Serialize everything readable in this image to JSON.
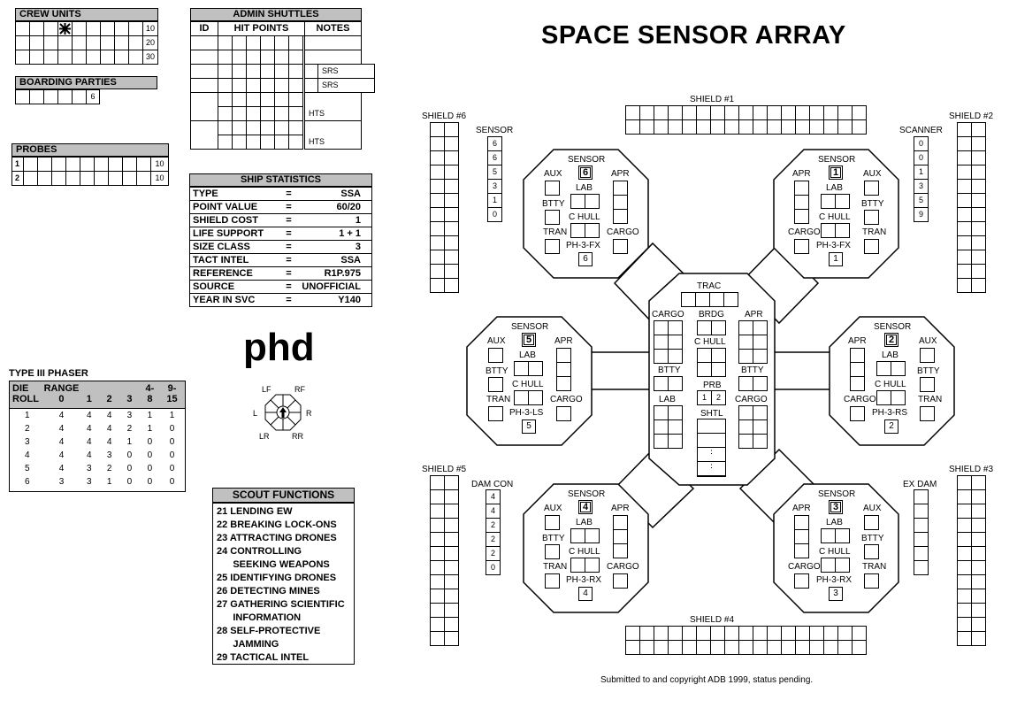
{
  "title": "SPACE SENSOR ARRAY",
  "copyright": "Submitted to and copyright ADB 1999, status pending.",
  "crew_units": {
    "label": "CREW UNITS",
    "row_totals": [
      "10",
      "20",
      "30"
    ]
  },
  "boarding_parties": {
    "label": "BOARDING PARTIES",
    "count": "6"
  },
  "probes": {
    "label": "PROBES",
    "rows": [
      {
        "id": "1",
        "total": "10"
      },
      {
        "id": "2",
        "total": "10"
      }
    ]
  },
  "admin_shuttles": {
    "label": "ADMIN SHUTTLES",
    "columns": [
      "ID",
      "HIT POINTS",
      "NOTES"
    ],
    "notes": [
      "SRS",
      "SRS",
      "HTS",
      "HTS"
    ]
  },
  "ship_statistics": {
    "label": "SHIP STATISTICS",
    "rows": [
      {
        "key": "TYPE",
        "value": "SSA"
      },
      {
        "key": "POINT VALUE",
        "value": "60/20"
      },
      {
        "key": "SHIELD COST",
        "value": "1"
      },
      {
        "key": "LIFE SUPPORT",
        "value": "1 + 1"
      },
      {
        "key": "SIZE CLASS",
        "value": "3"
      },
      {
        "key": "TACT INTEL",
        "value": "SSA"
      },
      {
        "key": "REFERENCE",
        "value": "R1P.975"
      },
      {
        "key": "SOURCE",
        "value": "UNOFFICIAL"
      },
      {
        "key": "YEAR IN SVC",
        "value": "Y140"
      }
    ],
    "separator": "="
  },
  "phd": "phd",
  "arc_labels": {
    "lf": "LF",
    "rf": "RF",
    "l": "L",
    "r": "R",
    "lr": "LR",
    "rr": "RR"
  },
  "phaser": {
    "label": "TYPE III PHASER",
    "header_top": [
      "DIE",
      "RANGE",
      "",
      "",
      "",
      "4-",
      "9-"
    ],
    "header_bottom": [
      "ROLL",
      "0",
      "1",
      "2",
      "3",
      "8",
      "15"
    ],
    "rows": [
      [
        "1",
        "4",
        "4",
        "4",
        "3",
        "1",
        "1"
      ],
      [
        "2",
        "4",
        "4",
        "4",
        "2",
        "1",
        "0"
      ],
      [
        "3",
        "4",
        "4",
        "4",
        "1",
        "0",
        "0"
      ],
      [
        "4",
        "4",
        "4",
        "3",
        "0",
        "0",
        "0"
      ],
      [
        "5",
        "4",
        "3",
        "2",
        "0",
        "0",
        "0"
      ],
      [
        "6",
        "3",
        "3",
        "1",
        "0",
        "0",
        "0"
      ]
    ]
  },
  "scout_functions": {
    "label": "SCOUT FUNCTIONS",
    "items": [
      "21 LENDING EW",
      "22 BREAKING LOCK-ONS",
      "23 ATTRACTING DRONES",
      "24 CONTROLLING",
      "      SEEKING WEAPONS",
      "25 IDENTIFYING DRONES",
      "26 DETECTING MINES",
      "27 GATHERING SCIENTIFIC",
      "      INFORMATION",
      "28 SELF-PROTECTIVE",
      "      JAMMING",
      "29 TACTICAL INTEL"
    ]
  },
  "shields": {
    "s1": "SHIELD #1",
    "s2": "SHIELD #2",
    "s3": "SHIELD #3",
    "s4": "SHIELD #4",
    "s5": "SHIELD #5",
    "s6": "SHIELD #6"
  },
  "tracks": {
    "sensor": {
      "label": "SENSOR",
      "values": [
        "6",
        "6",
        "5",
        "3",
        "1",
        "0"
      ]
    },
    "scanner": {
      "label": "SCANNER",
      "values": [
        "0",
        "0",
        "1",
        "3",
        "5",
        "9"
      ]
    },
    "damcon": {
      "label": "DAM CON",
      "values": [
        "4",
        "4",
        "2",
        "2",
        "2",
        "0"
      ]
    },
    "exdam": {
      "label": "EX DAM"
    }
  },
  "pods": {
    "p1": {
      "sensor": "SENSOR",
      "num": "1",
      "side": "APR",
      "aux": "AUX",
      "lab": "LAB",
      "btty": "BTTY",
      "chull": "C HULL",
      "cargo": "CARGO",
      "tran": "TRAN",
      "weapon": "PH-3-FX",
      "wnum": "1"
    },
    "p2": {
      "sensor": "SENSOR",
      "num": "2",
      "side": "APR",
      "aux": "AUX",
      "lab": "LAB",
      "btty": "BTTY",
      "chull": "C HULL",
      "cargo": "CARGO",
      "tran": "TRAN",
      "weapon": "PH-3-RS",
      "wnum": "2"
    },
    "p3": {
      "sensor": "SENSOR",
      "num": "3",
      "side": "APR",
      "aux": "AUX",
      "lab": "LAB",
      "btty": "BTTY",
      "chull": "C HULL",
      "cargo": "CARGO",
      "tran": "TRAN",
      "weapon": "PH-3-RX",
      "wnum": "3"
    },
    "p4": {
      "sensor": "SENSOR",
      "num": "4",
      "side": "APR",
      "aux": "AUX",
      "lab": "LAB",
      "btty": "BTTY",
      "chull": "C HULL",
      "cargo": "CARGO",
      "tran": "TRAN",
      "weapon": "PH-3-RX",
      "wnum": "4"
    },
    "p5": {
      "sensor": "SENSOR",
      "num": "5",
      "side": "APR",
      "aux": "AUX",
      "lab": "LAB",
      "btty": "BTTY",
      "chull": "C HULL",
      "cargo": "CARGO",
      "tran": "TRAN",
      "weapon": "PH-3-LS",
      "wnum": "5"
    },
    "p6": {
      "sensor": "SENSOR",
      "num": "6",
      "side": "APR",
      "aux": "AUX",
      "lab": "LAB",
      "btty": "BTTY",
      "chull": "C HULL",
      "cargo": "CARGO",
      "tran": "TRAN",
      "weapon": "PH-3-FX",
      "wnum": "6"
    }
  },
  "hub": {
    "trac": "TRAC",
    "cargo": "CARGO",
    "brdg": "BRDG",
    "apr": "APR",
    "chull": "C HULL",
    "btty": "BTTY",
    "prb": "PRB",
    "prb1": "1",
    "prb2": "2",
    "lab": "LAB",
    "shtl": "SHTL",
    "cargo2": "CARGO",
    "btty2": "BTTY"
  }
}
